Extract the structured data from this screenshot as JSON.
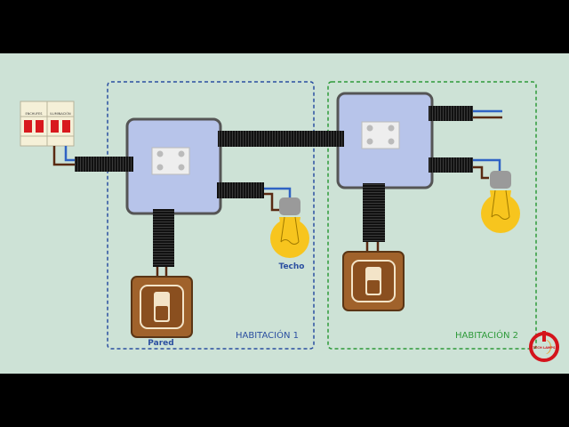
{
  "panel": {
    "label_sockets": "ENCHUFES",
    "label_lighting": "ILUMINACIÓN"
  },
  "room1": {
    "title": "HABITACIÓN 1",
    "lamp_label": "Techo",
    "switch_label": "Pared"
  },
  "room2": {
    "title": "HABITACIÓN 2"
  },
  "logo": {
    "text": "TECH LAMPS"
  },
  "colors": {
    "background": "#cde2d6",
    "room1_border": "#2b4fa0",
    "room2_border": "#2e9a3a",
    "phase_wire": "#5a2a12",
    "neutral_wire": "#2f63c4",
    "box": "#b7c4ea",
    "bulb": "#f7c51e",
    "logo": "#d4141c"
  }
}
